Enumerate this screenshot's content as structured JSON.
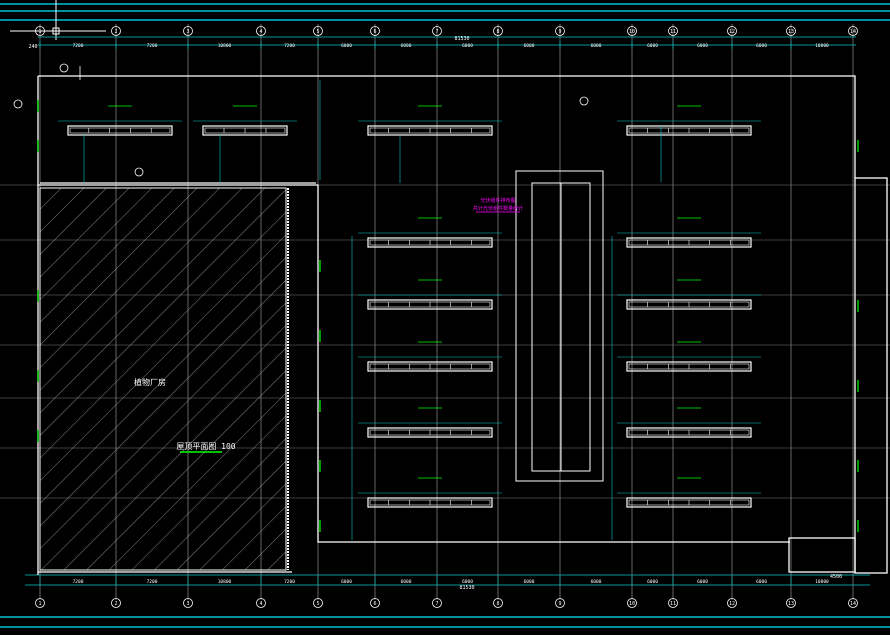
{
  "colors": {
    "background": "#000000",
    "wall": "#ffffff",
    "grid": "#c8c8c8",
    "dimension": "#00c8c8",
    "leader": "#00ff00",
    "highlight": "#ff00ff",
    "frame": "#00e5ff"
  },
  "axes": {
    "labels": [
      "1",
      "2",
      "3",
      "4",
      "5",
      "6",
      "7",
      "8",
      "9",
      "10",
      "11",
      "12",
      "13",
      "14"
    ]
  },
  "dimensions": {
    "top_total": "81530",
    "bottom_total": "81530",
    "top_segments": [
      "7200",
      "7200",
      "10800",
      "7200",
      "6000",
      "6000",
      "6000",
      "6000",
      "6000",
      "6000",
      "6000",
      "6000",
      "10800"
    ],
    "bottom_segments": [
      "7200",
      "7200",
      "10800",
      "7200",
      "6000",
      "6000",
      "6000",
      "6000",
      "6000",
      "6000",
      "6000",
      "6000",
      "10800"
    ],
    "left_edge": "240",
    "bottom_right_width": "4500"
  },
  "rooms": {
    "hatched_name": "植物厂房",
    "hatched_note": "屋顶平面图 100"
  },
  "annotations": {
    "highlight_line1": "光伏组件排布图",
    "highlight_line2": "共计光伏组件数量统计"
  },
  "icons": {
    "axis_bubble": "circle-axis-bubble-icon",
    "section_mark": "section-cut-icon"
  }
}
